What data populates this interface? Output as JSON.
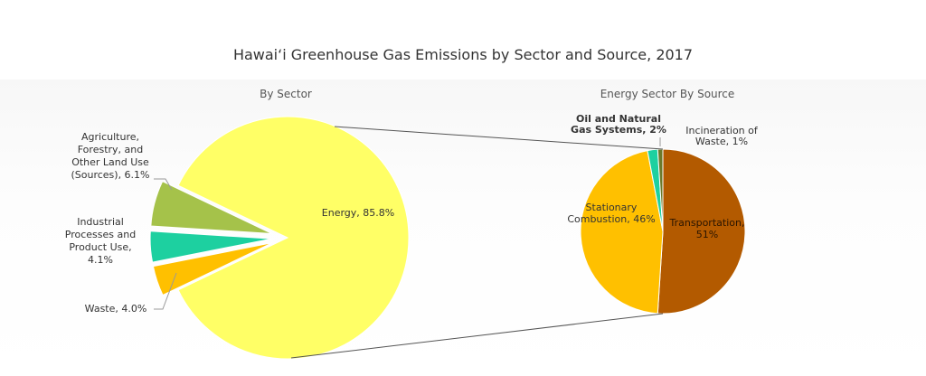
{
  "chart_data": [
    {
      "type": "pie",
      "title": "By Sector",
      "slices": [
        {
          "label": "Energy, 85.8%",
          "value": 85.8,
          "color": "#FFFF66"
        },
        {
          "label": "Waste, 4.0%",
          "value": 4.0,
          "color": "#FFC000"
        },
        {
          "label": "Industrial Processes and Product Use, 4.1%",
          "value": 4.1,
          "color": "#1DD0A0"
        },
        {
          "label": "Agriculture, Forestry, and Other Land Use (Sources), 6.1%",
          "value": 6.1,
          "color": "#A5C24A"
        }
      ]
    },
    {
      "type": "pie",
      "title": "Energy Sector By Source",
      "slices": [
        {
          "label": "Transportation, 51%",
          "value": 51,
          "color": "#B35A00"
        },
        {
          "label": "Stationary Combustion, 46%",
          "value": 46,
          "color": "#FFC000"
        },
        {
          "label": "Oil and Natural Gas Systems, 2%",
          "value": 2,
          "color": "#1DD0A0"
        },
        {
          "label": "Incineration of Waste, 1%",
          "value": 1,
          "color": "#6B7A2A"
        }
      ]
    }
  ],
  "page": {
    "title": "Hawai‘i Greenhouse Gas Emissions by Sector and Source, 2017",
    "labels": {
      "energy": "Energy, 85.8%",
      "agri": [
        "Agriculture,",
        "Forestry, and",
        "Other Land Use",
        "(Sources), 6.1%"
      ],
      "ippu": [
        "Industrial",
        "Processes and",
        "Product Use,",
        "4.1%"
      ],
      "waste": "Waste, 4.0%",
      "oil": [
        "Oil and Natural",
        "Gas Systems, 2%"
      ],
      "incin": [
        "Incineration of",
        "Waste, 1%"
      ],
      "stationary": [
        "Stationary",
        "Combustion, 46%"
      ],
      "transport": [
        "Transportation,",
        "51%"
      ]
    }
  }
}
